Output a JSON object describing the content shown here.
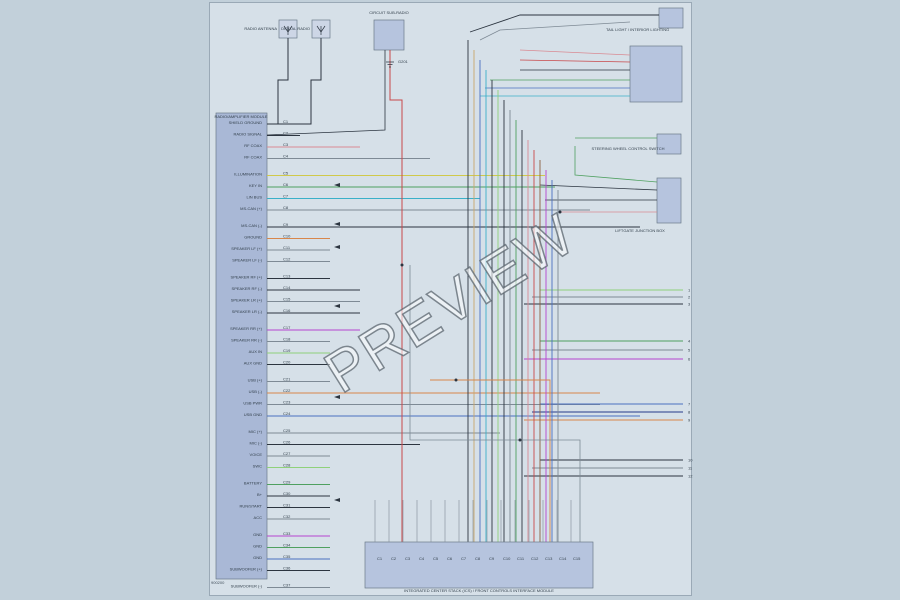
{
  "diagram": {
    "sheet_id": "900200",
    "watermark": "PREVIEW",
    "modules": {
      "radio": "RADIO/AMPLIFIER MODULE",
      "antenna_left": "RADIO ANTENNA",
      "antenna_right": "DIGITAL RADIO",
      "mic": "CIRCUIT SUB-RADIO",
      "ground_top": "G201",
      "bottom_module": "INTEGRATED CENTER STACK (ICS) / FRONT CONTROLS INTERFACE MODULE",
      "right_top": "TAIL LIGHT / INTERIOR LIGHTING",
      "right_mid": "STEERING WHEEL CONTROL SWITCH",
      "right_lower": "LIFTGATE JUNCTION BOX"
    },
    "left_pins": [
      "SHIELD GROUND",
      "RADIO SIGNAL",
      "RF COAX",
      "RF COAX",
      "ILLUMINATION",
      "KEY IN",
      "LIN BUS",
      "MS-CAN (+)",
      "MS-CAN (-)",
      "GROUND",
      "SPEAKER LF (+)",
      "SPEAKER LF (-)",
      "SPEAKER RF (+)",
      "SPEAKER RF (-)",
      "SPEAKER LR (+)",
      "SPEAKER LR (-)",
      "SPEAKER RR (+)",
      "SPEAKER RR (-)",
      "AUX IN",
      "AUX GND",
      "USB (+)",
      "USB (-)",
      "USB PWR",
      "USB GND",
      "MIC (+)",
      "MIC (-)",
      "VOICE",
      "SWC",
      "BATTERY",
      "B+",
      "RUN/START",
      "ACC",
      "GND",
      "GND",
      "GND",
      "SUBWOOFER (+)",
      "SUBWOOFER (-)"
    ],
    "bottom_pins": [
      "C1",
      "C2",
      "C3",
      "C4",
      "C5",
      "C6",
      "C7",
      "C8",
      "C9",
      "C10",
      "C11",
      "C12",
      "C13",
      "C14",
      "C15"
    ],
    "right_terminals": [
      "1",
      "2",
      "3",
      "4",
      "5",
      "6",
      "7",
      "8",
      "9",
      "10",
      "11",
      "12"
    ],
    "colors": {
      "black": "#2c3540",
      "red": "#c8484a",
      "pink": "#d98a93",
      "green": "#4fa060",
      "ltgreen": "#8fd17a",
      "yellow": "#d0c94a",
      "blue": "#4a6fc0",
      "dkblue": "#273a8a",
      "violet": "#b544d0",
      "orange": "#d8864a",
      "tan": "#c9a86a",
      "gray": "#7e8a95",
      "cyan": "#3ab0c8",
      "brown": "#8a6040"
    }
  }
}
